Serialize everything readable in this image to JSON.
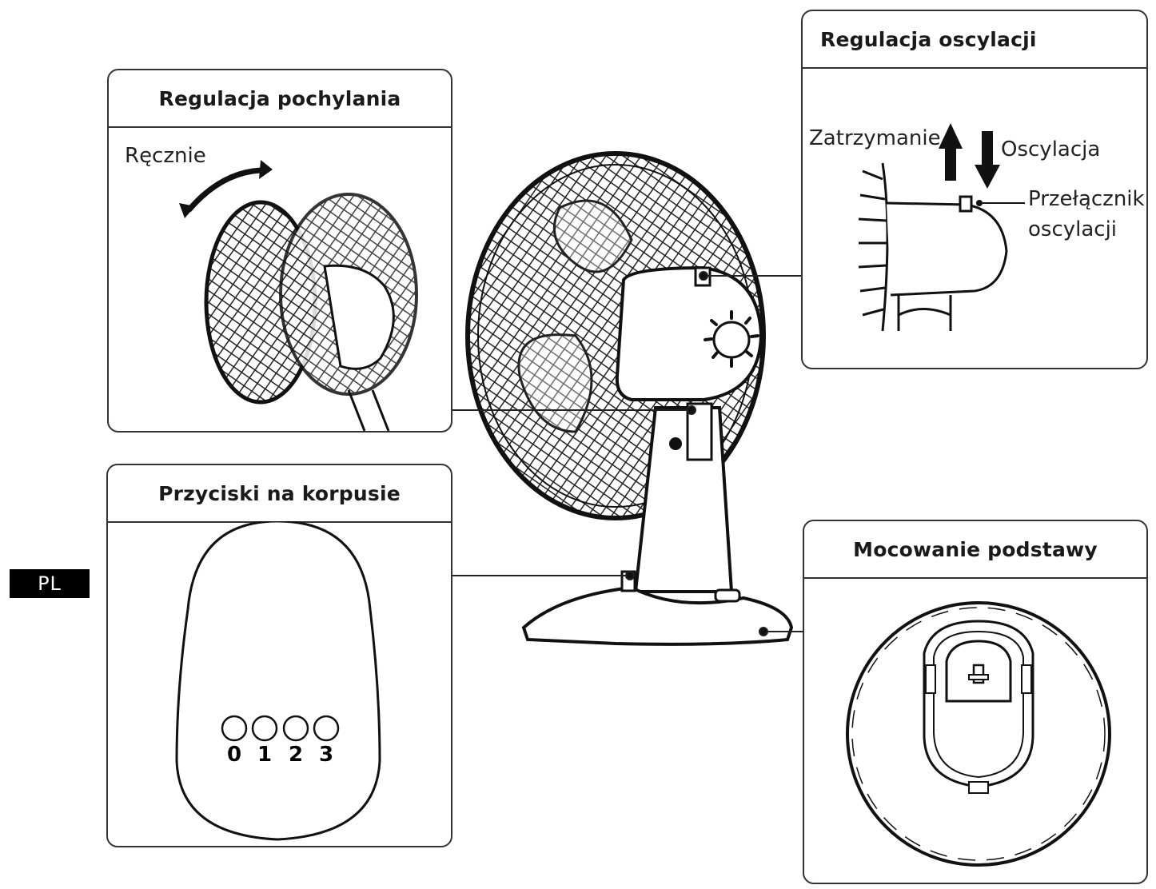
{
  "panels": {
    "tilt": {
      "title": "Regulacja pochylania",
      "manual_label": "Ręcznie"
    },
    "oscillation": {
      "title": "Regulacja oscylacji",
      "stop_label": "Zatrzymanie",
      "oscillate_label": "Oscylacja",
      "switch_label_line1": "Przełącznik",
      "switch_label_line2": "oscylacji"
    },
    "body_buttons": {
      "title": "Przyciski na korpusie",
      "buttons": [
        "0",
        "1",
        "2",
        "3"
      ]
    },
    "base_mount": {
      "title": "Mocowanie podstawy"
    }
  },
  "language_tag": "PL",
  "icons": [
    "curved-double-arrow-icon",
    "arrow-up-icon",
    "arrow-down-icon"
  ],
  "colors": {
    "line": "#333333",
    "tag_bg": "#000000",
    "tag_fg": "#ffffff"
  }
}
